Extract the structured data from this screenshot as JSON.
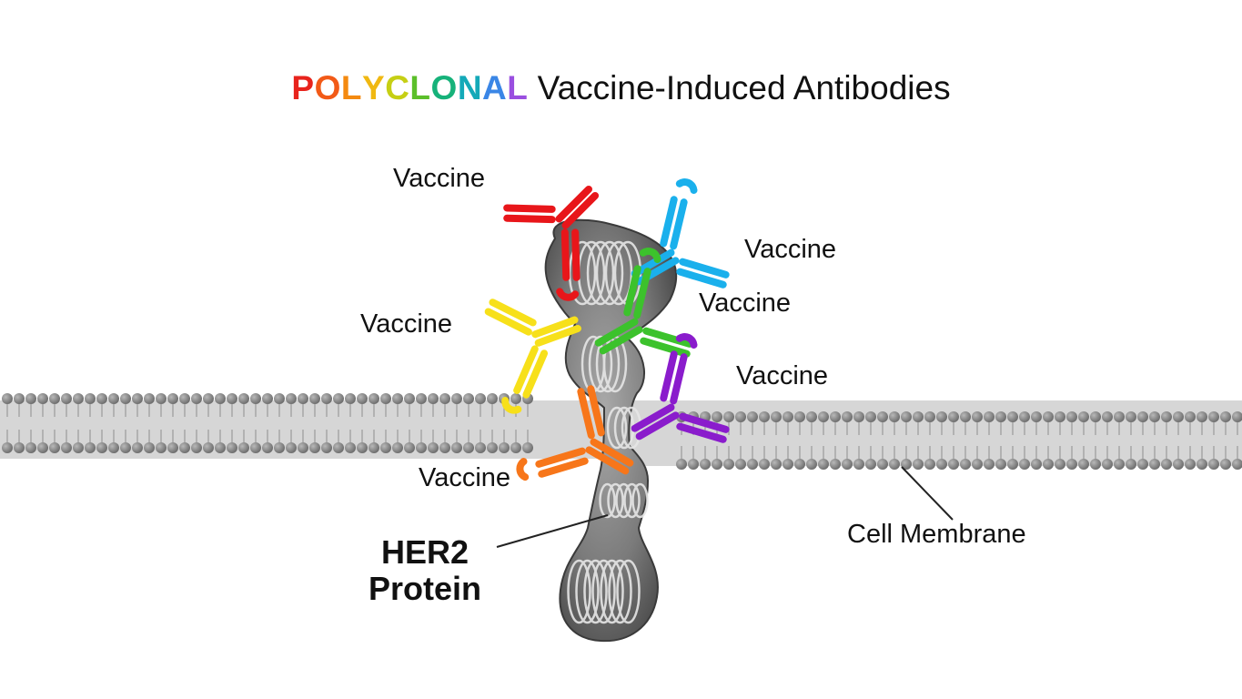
{
  "title": {
    "highlight_letters": [
      {
        "char": "P",
        "color": "#e8231c"
      },
      {
        "char": "O",
        "color": "#f25a17"
      },
      {
        "char": "L",
        "color": "#f48a10"
      },
      {
        "char": "Y",
        "color": "#f0b812"
      },
      {
        "char": "C",
        "color": "#c6cf14"
      },
      {
        "char": "L",
        "color": "#5bbf2a"
      },
      {
        "char": "O",
        "color": "#16b27a"
      },
      {
        "char": "N",
        "color": "#14a9b8"
      },
      {
        "char": "A",
        "color": "#3a86e6"
      },
      {
        "char": "L",
        "color": "#9a4fe0"
      }
    ],
    "rest": " Vaccine-Induced Antibodies"
  },
  "labels": {
    "vaccine_red": "Vaccine",
    "vaccine_blue": "Vaccine",
    "vaccine_yellow": "Vaccine",
    "vaccine_green": "Vaccine",
    "vaccine_purple": "Vaccine",
    "vaccine_orange": "Vaccine",
    "protein_line1": "HER2",
    "protein_line2": "Protein",
    "membrane": "Cell Membrane"
  },
  "antibodies": [
    {
      "name": "red",
      "color": "#e8161a"
    },
    {
      "name": "blue",
      "color": "#1ab0ec"
    },
    {
      "name": "yellow",
      "color": "#f7e01a"
    },
    {
      "name": "green",
      "color": "#3cc22c"
    },
    {
      "name": "purple",
      "color": "#8a1ccc"
    },
    {
      "name": "orange",
      "color": "#f7761a"
    }
  ],
  "membrane_colors": {
    "bead": "#8a8a8a",
    "band": "#d6d6d6"
  },
  "protein_color": "#6e6e6e"
}
